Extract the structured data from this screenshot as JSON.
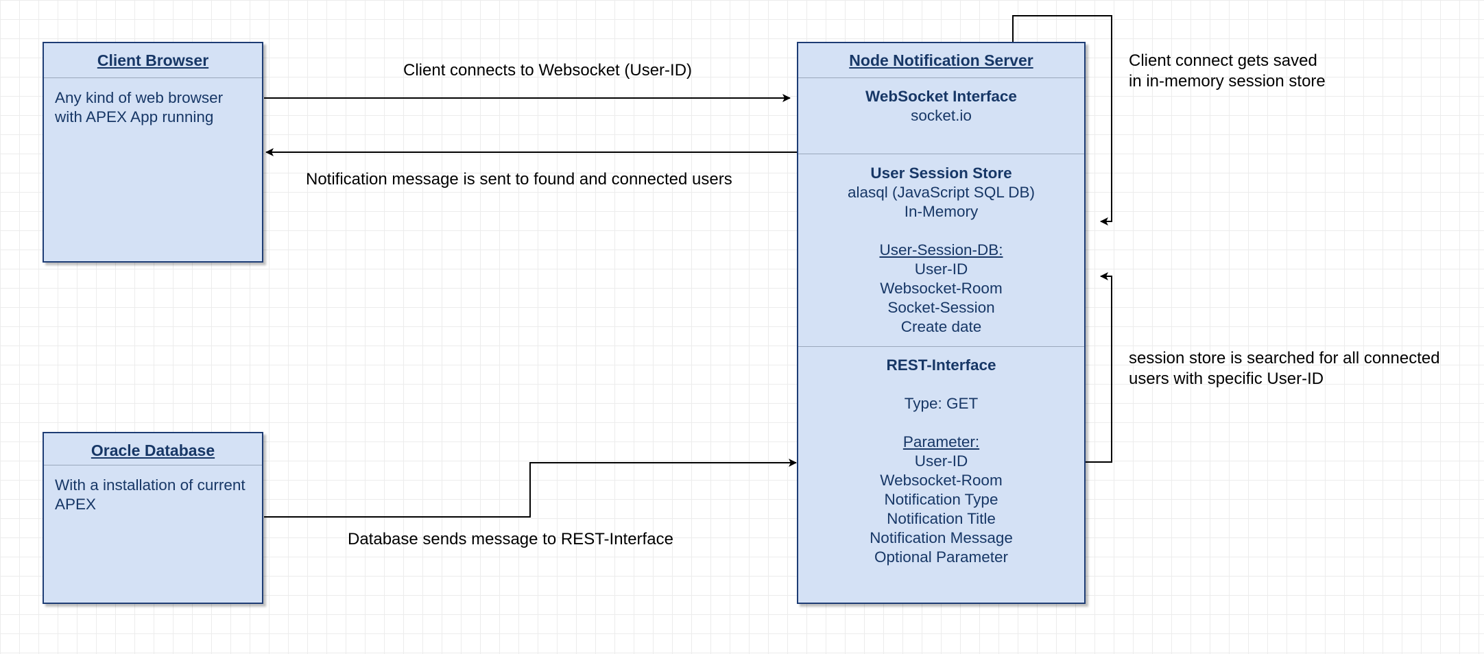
{
  "client_browser": {
    "title": "Client Browser",
    "lines": [
      "Any kind of web browser",
      "with APEX App running"
    ]
  },
  "oracle_database": {
    "title": "Oracle Database",
    "lines": [
      "With a installation of current",
      "APEX"
    ]
  },
  "node_server": {
    "title": "Node Notification Server",
    "websocket": {
      "heading": "WebSocket Interface",
      "lines": [
        "socket.io"
      ]
    },
    "session_store": {
      "heading": "User Session Store",
      "lines": [
        "alasql (JavaScript SQL DB)",
        "In-Memory"
      ],
      "subheading": "User-Session-DB:",
      "fields": [
        "User-ID",
        "Websocket-Room",
        "Socket-Session",
        "Create date"
      ]
    },
    "rest": {
      "heading": "REST-Interface",
      "type": "Type: GET",
      "subheading": "Parameter:",
      "params": [
        "User-ID",
        "Websocket-Room",
        "Notification Type",
        "Notification Title",
        "Notification Message",
        "Optional Parameter"
      ]
    }
  },
  "edges": {
    "client_connects": "Client connects to Websocket (User-ID)",
    "notification_sent": "Notification message is sent to found and connected users",
    "db_sends": "Database sends message to REST-Interface",
    "saved_line1": "Client connect gets saved",
    "saved_line2": "in in-memory session store",
    "searched_line1": "session store is searched for all connected",
    "searched_line2": "users with specific User-ID"
  },
  "colors": {
    "box_fill": "#d4e1f5",
    "box_border": "#1d3c74",
    "box_text": "#173766",
    "edge": "#000000"
  }
}
